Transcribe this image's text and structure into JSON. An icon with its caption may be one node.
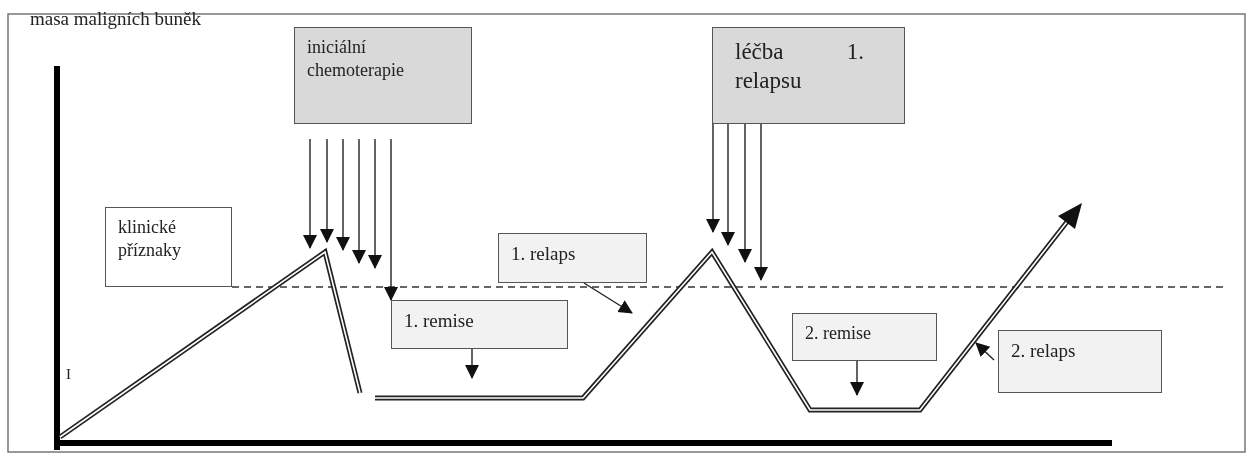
{
  "diagram": {
    "nodes": [
      {
        "text": [
          "iniciální chemoterapie"
        ]
      },
      {
        "text": [
          "léčba 1. relapsu"
        ]
      },
      {
        "text": [
          "klinické příznaky"
        ]
      },
      {
        "text": [
          "1. relaps"
        ]
      },
      {
        "text": [
          "1. remise"
        ]
      },
      {
        "text": [
          "2. remise"
        ]
      },
      {
        "text": [
          "2. relaps"
        ]
      }
    ],
    "edges": [
      {
        "from": 0,
        "to": null,
        "arrow": "to"
      },
      {
        "from": 0,
        "to": null,
        "arrow": "to"
      },
      {
        "from": 0,
        "to": null,
        "arrow": "to"
      },
      {
        "from": 0,
        "to": null,
        "arrow": "to"
      },
      {
        "from": 0,
        "to": null,
        "arrow": "to"
      },
      {
        "from": 0,
        "to": 4,
        "arrow": "to"
      },
      {
        "from": 1,
        "to": null,
        "arrow": "to"
      },
      {
        "from": 1,
        "to": null,
        "arrow": "to"
      },
      {
        "from": 1,
        "to": null,
        "arrow": "to"
      },
      {
        "from": 1,
        "to": null,
        "arrow": "to"
      },
      {
        "from": 3,
        "to": null,
        "arrow": "to"
      },
      {
        "from": 4,
        "to": null,
        "arrow": "to"
      },
      {
        "from": 5,
        "to": null,
        "arrow": "to"
      },
      {
        "from": 6,
        "to": null,
        "arrow": "to"
      }
    ],
    "labels": [
      "masa maligních buněk",
      "I"
    ]
  }
}
